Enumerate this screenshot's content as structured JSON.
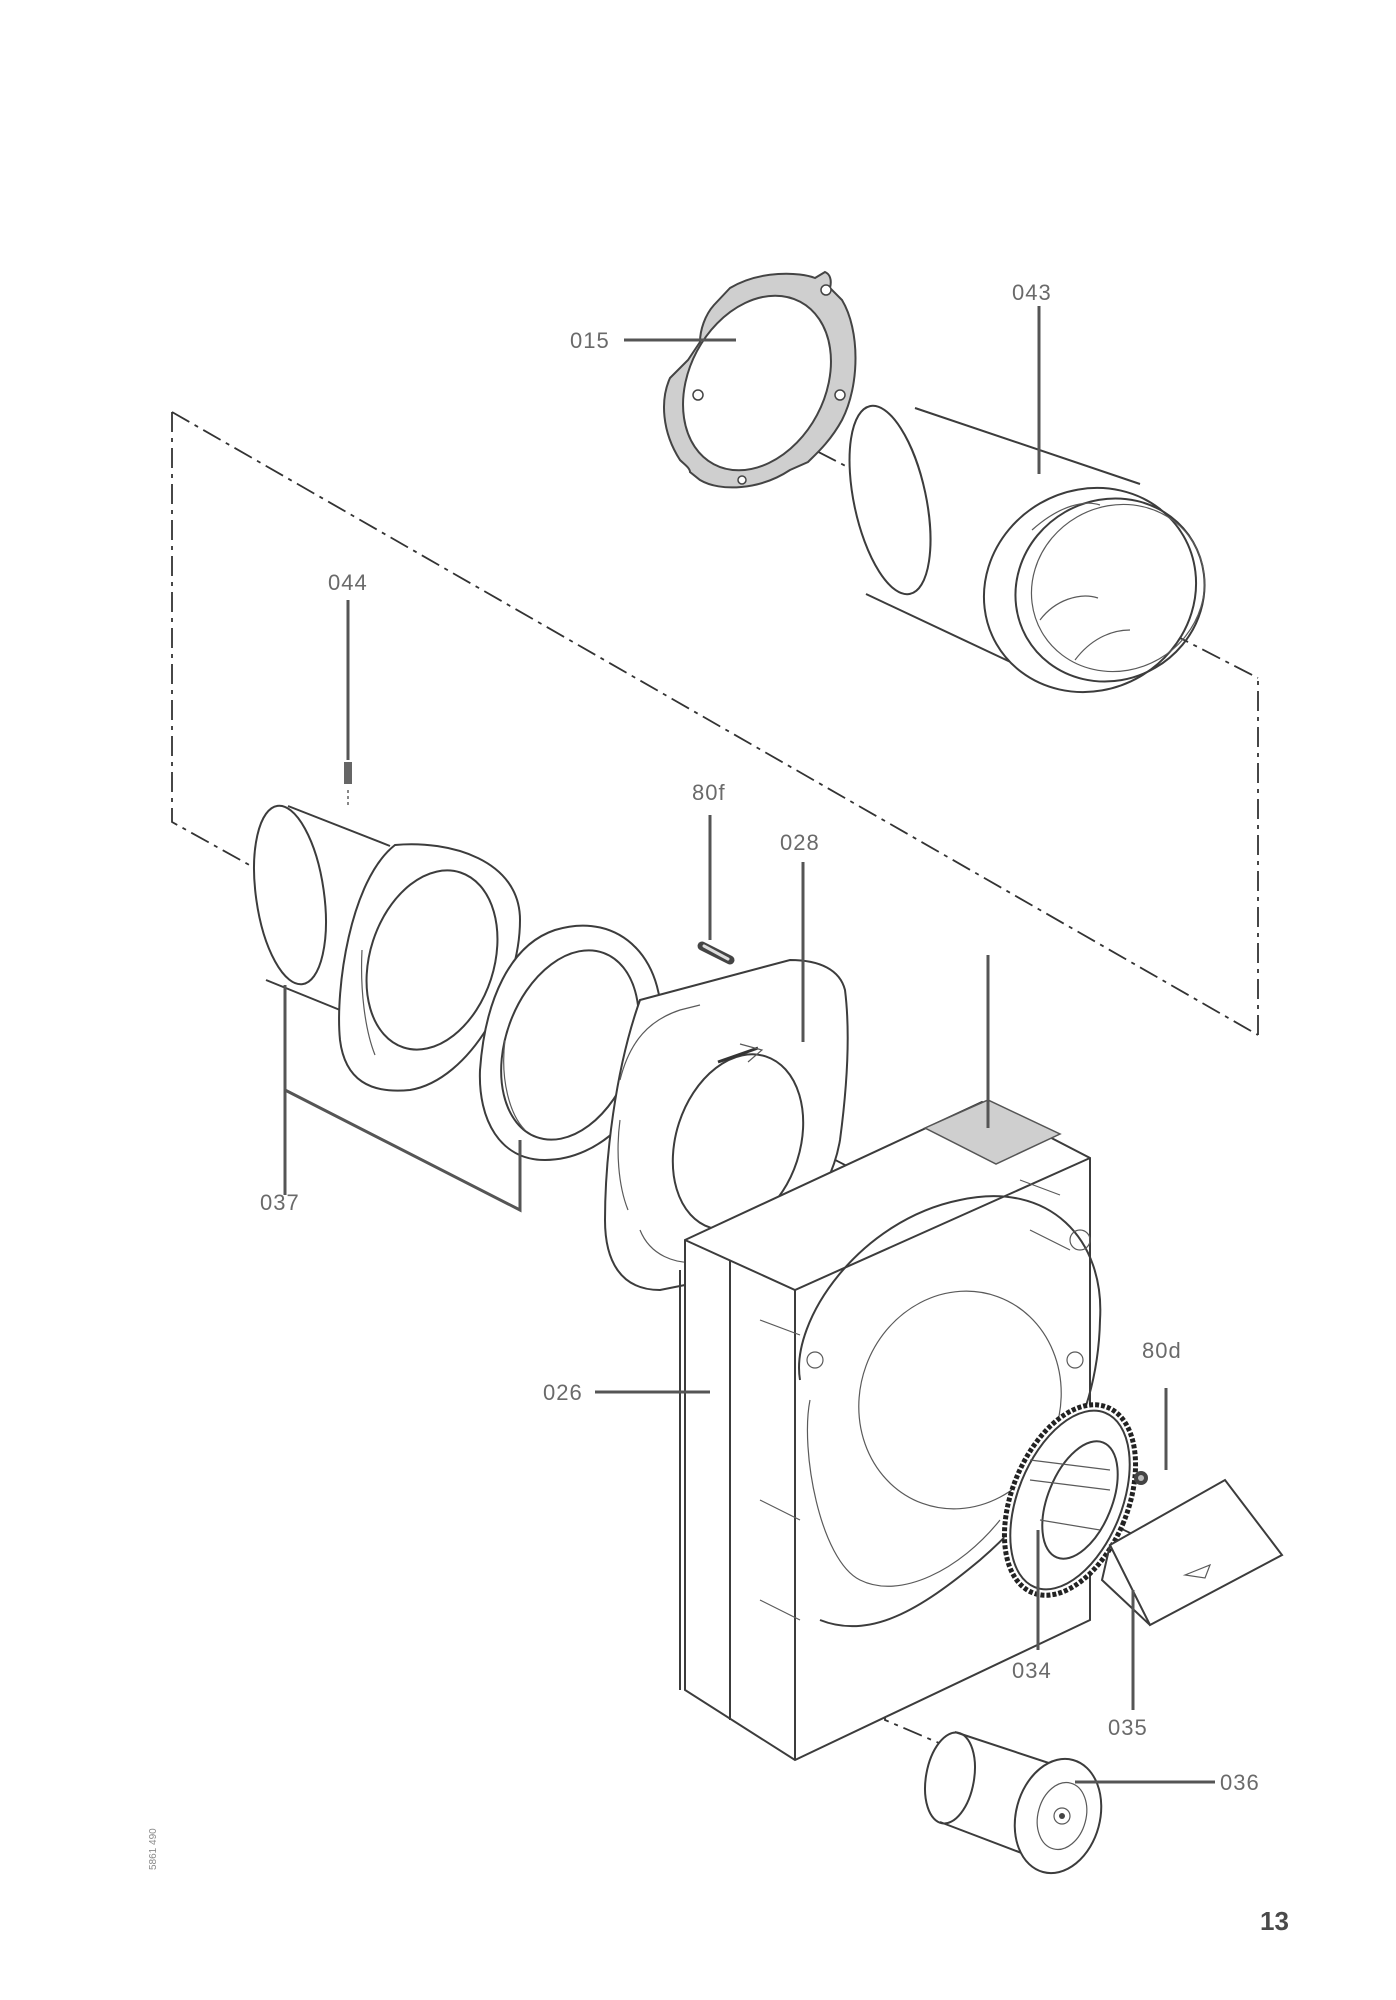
{
  "diagram": {
    "callouts": {
      "p015": "015",
      "p043": "043",
      "p044": "044",
      "p80f": "80f",
      "p028": "028",
      "p037": "037",
      "p026": "026",
      "p80d": "80d",
      "p034": "034",
      "p035": "035",
      "p036": "036"
    },
    "page_number": "13",
    "drawing_code": "5861 490"
  },
  "colors": {
    "line": "#3c3c3c",
    "label": "#6a6a6a",
    "label_plate": "#cfcfcf",
    "gasket": "#cfcfcf"
  }
}
